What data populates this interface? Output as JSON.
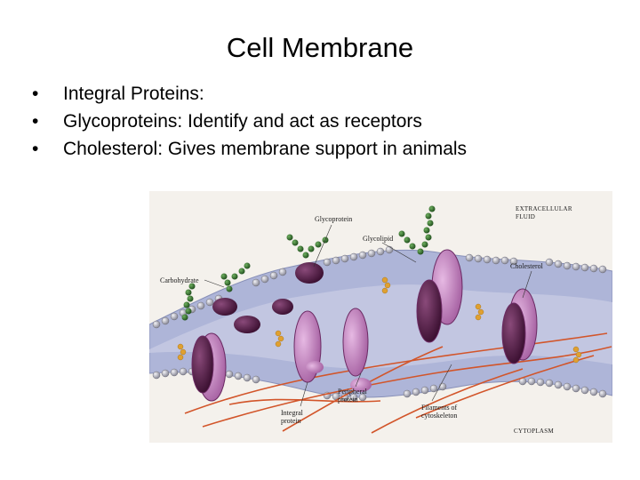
{
  "slide": {
    "title": "Cell Membrane",
    "bullets": [
      {
        "symbol": "•",
        "text": "Integral  Proteins:"
      },
      {
        "symbol": "•",
        "text": "Glycoproteins:  Identify and act as receptors"
      },
      {
        "symbol": "•",
        "text": "Cholesterol:  Gives membrane support in animals"
      }
    ]
  },
  "figure": {
    "labels": {
      "extracellular_1": "EXTRACELLULAR",
      "extracellular_2": "FLUID",
      "glycoprotein": "Glycoprotein",
      "glycolipid": "Glycolipid",
      "cholesterol": "Cholesterol",
      "carbohydrate": "Carbohydrate",
      "peripheral_1": "Peripheral",
      "peripheral_2": "protein",
      "integral_1": "Integral",
      "integral_2": "protein",
      "filaments_1": "Filaments of",
      "filaments_2": "cytoskeleton",
      "cytoplasm": "CYTOPLASM"
    },
    "colors": {
      "background": "#f4f1ec",
      "membrane": "#aeb5d8",
      "phospholipid_head": "#b9b9c4",
      "protein": "#c98fc7",
      "protein_dark": "#5b1f4d",
      "carbohydrate": "#2e6b2a",
      "cholesterol": "#e0a030",
      "filament": "#d2552a"
    }
  }
}
